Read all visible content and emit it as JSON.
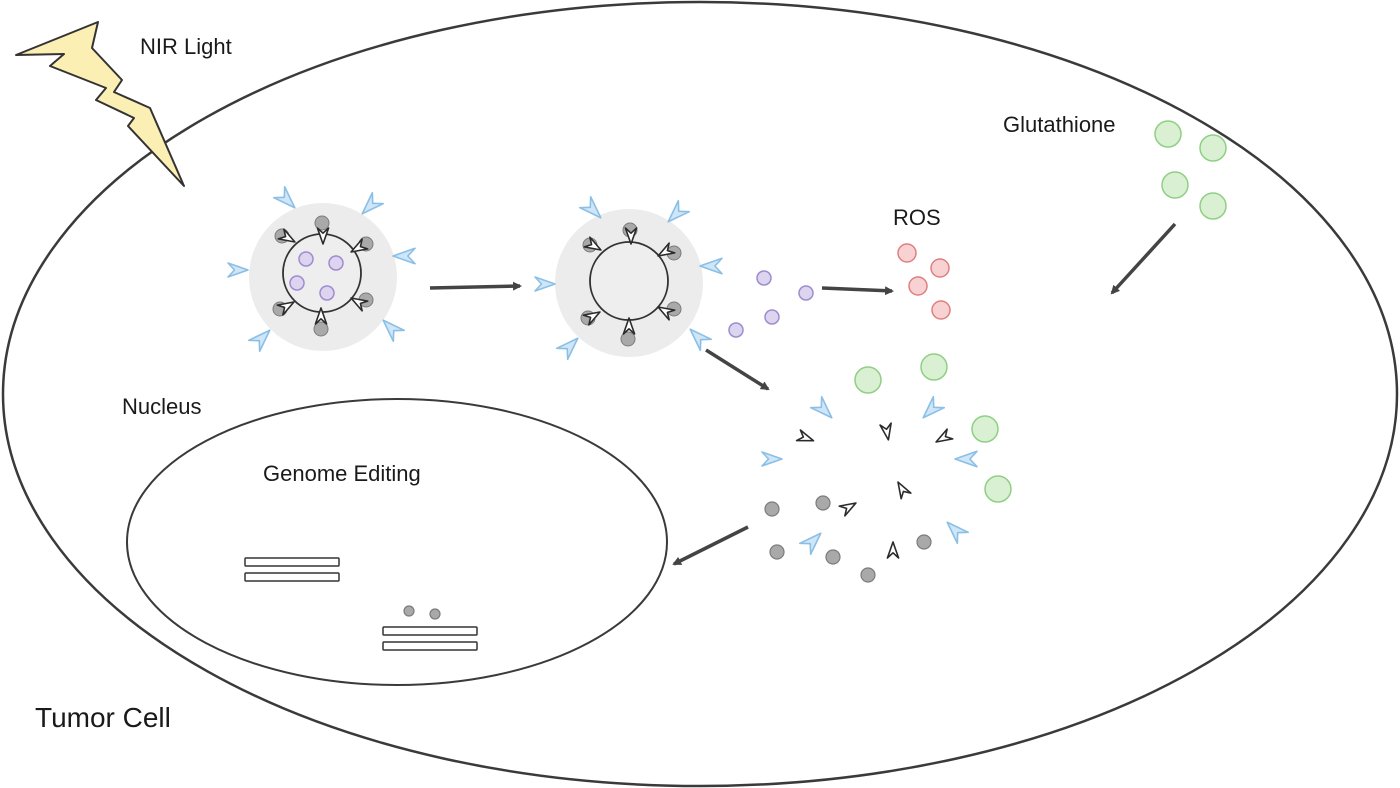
{
  "labels": {
    "nir_light": "NIR Light",
    "glutathione": "Glutathione",
    "ros": "ROS",
    "nucleus": "Nucleus",
    "genome_editing": "Genome Editing",
    "tumor_cell": "Tumor Cell"
  },
  "colors": {
    "outline": "#2b2b2b",
    "lightning_fill": "#fcefb4",
    "particle_shell": "#ececec",
    "particle_core": "#eeeeee",
    "cargo_purple_fill": "#ddd4f0",
    "cargo_purple_stroke": "#9f8ccf",
    "ligand_blue_fill": "#cfe6f8",
    "ligand_blue_stroke": "#8bbfe6",
    "ros_red_fill": "#f8d2d2",
    "ros_red_stroke": "#e07f7f",
    "gsh_green_fill": "#d9f0d3",
    "gsh_green_stroke": "#8fcf84",
    "gray_dot": "#a9a9a9",
    "gray_dot_stroke": "#7c7c7c",
    "arrow": "#444444"
  },
  "icons": {
    "light": "lightning-bolt-icon",
    "particle": "nanoparticle-icon",
    "dna": "dna-strand-icon",
    "ligand": "chevron-ligand-icon"
  }
}
